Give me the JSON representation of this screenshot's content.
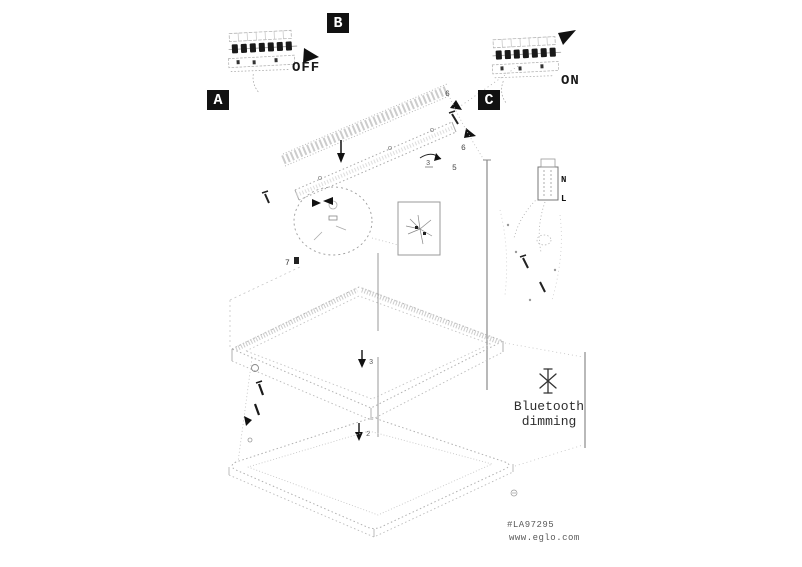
{
  "steps": {
    "a": "A",
    "b": "B",
    "c": "C"
  },
  "power": {
    "off_label": "OFF",
    "on_label": "ON"
  },
  "wiring": {
    "neutral": "N",
    "live": "L"
  },
  "part_refs": {
    "r2": "2",
    "r3": "3",
    "r5": "5",
    "r6a": "6",
    "r6b": "6",
    "r7": "7"
  },
  "callout": {
    "feature_line1": "Bluetooth",
    "feature_line2": "dimming"
  },
  "footer": {
    "document_number": "#LA97295",
    "website": "www.eglo.com"
  },
  "colors": {
    "ink": "#111111",
    "line": "#9a9a9a",
    "faint": "#c6c6c6",
    "label_bg": "#111111",
    "label_fg": "#ffffff"
  }
}
